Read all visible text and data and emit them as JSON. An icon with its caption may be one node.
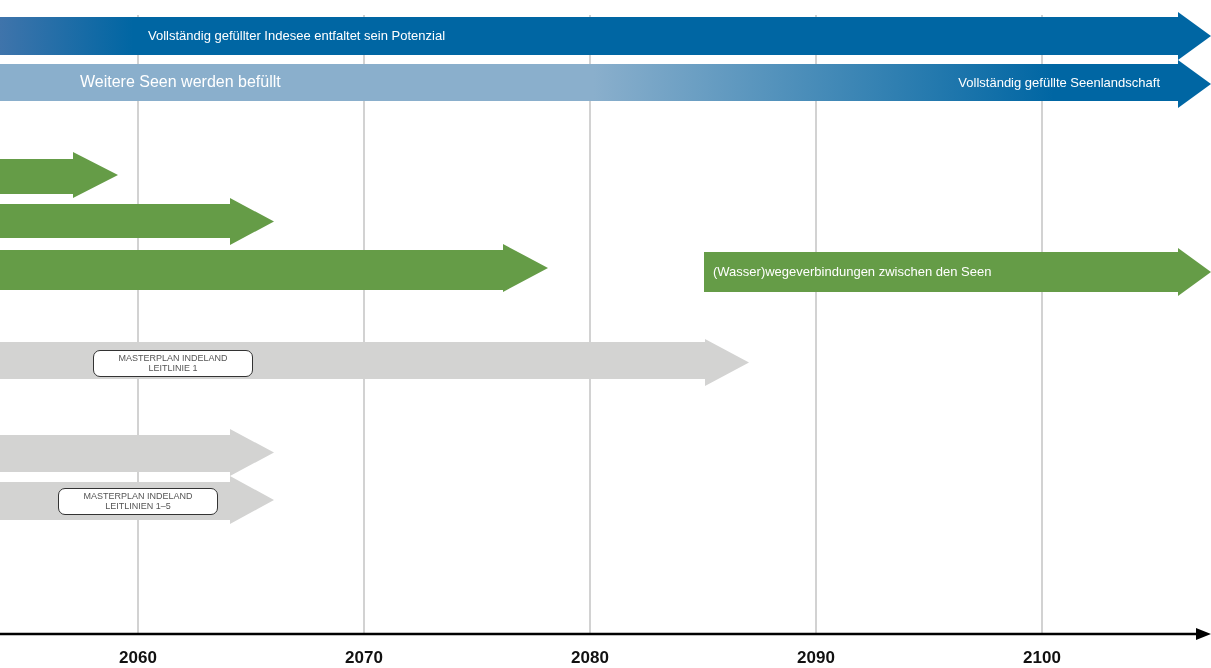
{
  "diagram": {
    "nodes": [
      {
        "text": [
          "Vollständig gefüllter Indesee entfaltet sein Potenzial"
        ]
      },
      {
        "text": [
          "Weitere Seen werden befüllt",
          "Vollständig gefüllte Seenlandschaft"
        ]
      },
      {
        "text": [],
        "shape": "bar"
      },
      {
        "text": [],
        "shape": "bar"
      },
      {
        "text": [],
        "shape": "bar"
      },
      {
        "text": [
          "(Wasser)wegeverbindungen zwischen den Seen"
        ]
      },
      {
        "text": [],
        "shape": "bar"
      },
      {
        "text": [
          "MASTERPLAN INDELAND LEITLINIE 1"
        ],
        "in": 6
      },
      {
        "text": [],
        "shape": "bar"
      },
      {
        "text": [],
        "shape": "bar"
      },
      {
        "text": [
          "MASTERPLAN INDELAND LEITLINIEN 1–5"
        ],
        "in": 9
      }
    ],
    "edges": [],
    "labels": [
      "2060",
      "2070",
      "2080",
      "2090",
      "2100"
    ]
  }
}
